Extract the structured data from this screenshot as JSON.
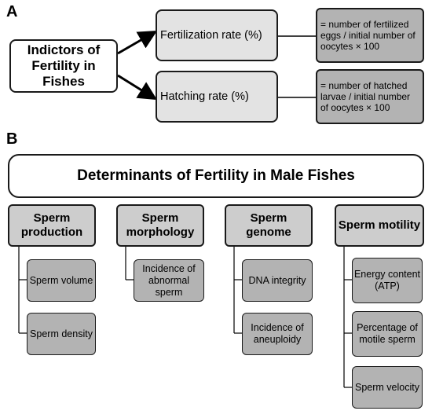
{
  "panel_a": {
    "label": "A",
    "main": "Indictors of Fertility in Fishes",
    "fertilization_rate": "Fertilization rate (%)",
    "fertilization_formula": "= number of fertilized eggs / initial number of oocytes × 100",
    "hatching_rate": "Hatching rate (%)",
    "hatching_formula": "= number of hatched larvae / initial number of oocytes × 100"
  },
  "panel_b": {
    "label": "B",
    "title": "Determinants of Fertility in Male Fishes",
    "categories": [
      {
        "name": "Sperm production",
        "items": [
          "Sperm volume",
          "Sperm density"
        ]
      },
      {
        "name": "Sperm morphology",
        "items": [
          "Incidence of abnormal sperm"
        ]
      },
      {
        "name": "Sperm genome",
        "items": [
          "DNA integrity",
          "Incidence of aneuploidy"
        ]
      },
      {
        "name": "Sperm motility",
        "items": [
          "Energy content (ATP)",
          "Percentage of motile sperm",
          "Sperm velocity"
        ]
      }
    ]
  },
  "colors": {
    "border": "#1a1a1a",
    "white_box": "#ffffff",
    "light_box": "#e3e3e3",
    "category_box": "#cdcdcd",
    "item_box": "#b3b3b3"
  }
}
